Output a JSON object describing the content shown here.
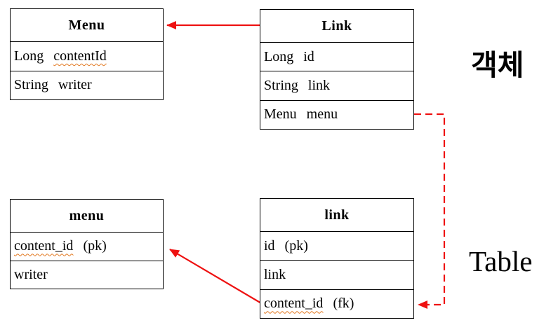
{
  "labels": {
    "objects_ko": "객체",
    "tables_en": "Table"
  },
  "colors": {
    "arrow-red": "#ee1111",
    "squiggle-orange": "#e2771e",
    "border-black": "#000000",
    "background": "#ffffff"
  },
  "boxes": {
    "menu_class": {
      "title": "Menu",
      "rows": [
        {
          "pre": "Long ",
          "wavy": "contentId",
          "post": ""
        },
        {
          "pre": "String writer",
          "wavy": "",
          "post": ""
        }
      ]
    },
    "link_class": {
      "title": "Link",
      "rows": [
        {
          "pre": "Long id",
          "wavy": "",
          "post": ""
        },
        {
          "pre": "String link",
          "wavy": "",
          "post": ""
        },
        {
          "pre": "Menu menu",
          "wavy": "",
          "post": ""
        }
      ]
    },
    "menu_table": {
      "title": "menu",
      "rows": [
        {
          "pre": "",
          "wavy": "content_id",
          "post": " (pk)"
        },
        {
          "pre": "writer",
          "wavy": "",
          "post": ""
        }
      ]
    },
    "link_table": {
      "title": "link",
      "rows": [
        {
          "pre": "id (pk)",
          "wavy": "",
          "post": ""
        },
        {
          "pre": "link",
          "wavy": "",
          "post": ""
        },
        {
          "pre": "",
          "wavy": "content_id",
          "post": " (fk)"
        }
      ]
    }
  },
  "relations": [
    {
      "from": "Link",
      "to": "Menu",
      "line": "solid"
    },
    {
      "from": "link.content_id (fk)",
      "to": "menu.content_id (pk)",
      "line": "solid"
    },
    {
      "from": "Link.Menu menu",
      "to": "link.content_id (fk)",
      "line": "dashed"
    }
  ]
}
